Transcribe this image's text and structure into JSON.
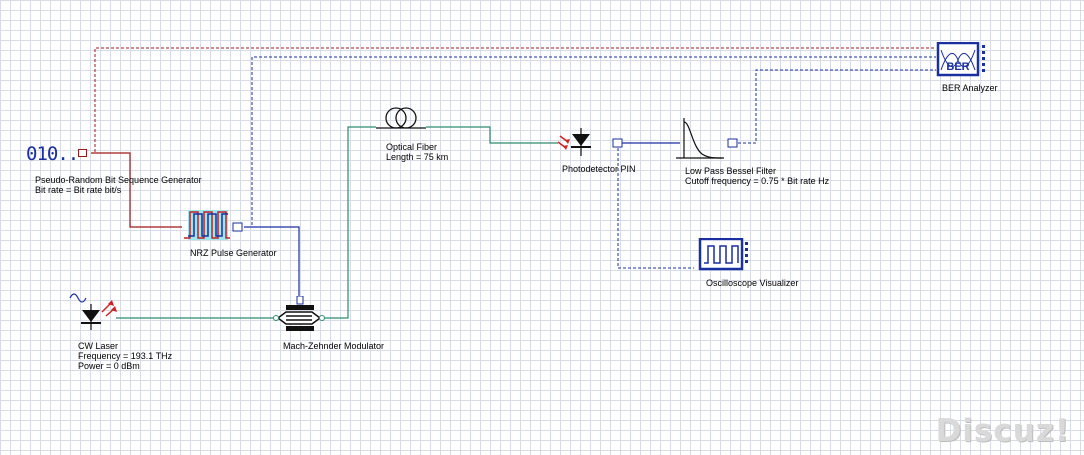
{
  "components": {
    "prbs": {
      "name": "Pseudo-Random Bit Sequence Generator",
      "param": "Bit rate = Bit rate  bit/s",
      "glyph": "010.."
    },
    "nrz": {
      "name": "NRZ Pulse Generator"
    },
    "laser": {
      "name": "CW Laser",
      "param1": "Frequency = 193.1  THz",
      "param2": "Power = 0  dBm"
    },
    "mzm": {
      "name": "Mach-Zehnder Modulator"
    },
    "fiber": {
      "name": "Optical Fiber",
      "param": "Length = 75  km"
    },
    "pin": {
      "name": "Photodetector PIN"
    },
    "filter": {
      "name": "Low Pass Bessel Filter",
      "param": "Cutoff frequency = 0.75 * Bit rate  Hz"
    },
    "scope": {
      "name": "Oscilloscope Visualizer"
    },
    "ber": {
      "name": "BER Analyzer",
      "glyph": "BER"
    }
  },
  "colors": {
    "electrical": "#1a2fa0",
    "optical": "#2e8b6e",
    "binary": "#a01818"
  },
  "watermark": "Discuz!"
}
